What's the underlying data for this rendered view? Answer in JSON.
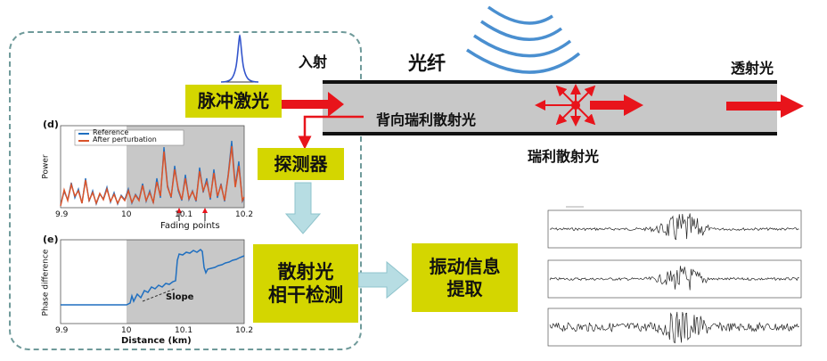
{
  "labels": {
    "incident": "入射",
    "fiber": "光纤",
    "transmitted": "透射光",
    "backscatter": "背向瑞利散射光",
    "rayleigh": "瑞利散射光"
  },
  "boxes": {
    "pulse": "脉冲激光",
    "detector": "探测器",
    "coherent_line1": "散射光",
    "coherent_line2": "相干检测",
    "vibration_line1": "振动信息",
    "vibration_line2": "提取"
  },
  "plot_d": {
    "panel": "(d)",
    "ylabel": "Power",
    "legend": [
      "Reference",
      "After perturbation"
    ],
    "xticks": [
      "9.9",
      "10",
      "10.1",
      "10.2"
    ],
    "annotation": "Fading points"
  },
  "plot_e": {
    "panel": "(e)",
    "ylabel": "Phase difference",
    "xlabel": "Distance (km)",
    "xticks": [
      "9.9",
      "10",
      "10.1",
      "10.2"
    ],
    "annotation": "Slope"
  },
  "colors": {
    "box_yellow": "#d4d600",
    "red": "#e8141b",
    "fiber_gray": "#c8c8c8",
    "blue_line": "#1f6fc0",
    "orange_line": "#d9532a",
    "dash_border": "#6f9a9a",
    "arrow_cyan": "#b7dde3",
    "wave_blue": "#4a8fd0"
  }
}
